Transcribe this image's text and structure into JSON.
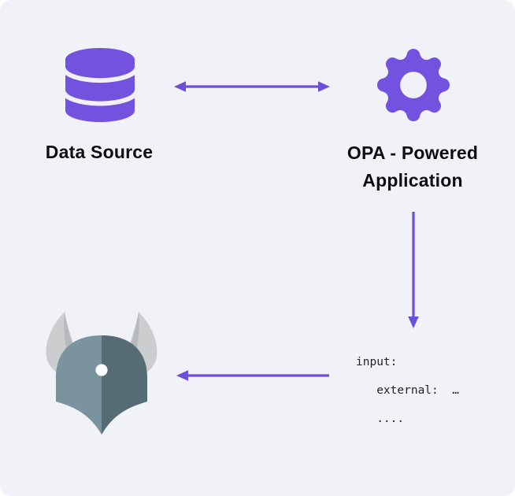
{
  "palette": {
    "bg": "#F1F2F7",
    "icon_purple": "#7352E0",
    "arrow_purple": "#6C4FD8",
    "label_color": "#0D0D12",
    "code_color": "#1F2126",
    "helmet_light": "#7B939E",
    "helmet_dark": "#566C75",
    "horn_light": "#CBCDCF",
    "horn_shade": "#B7BABD",
    "helmet_dot": "#FBFCFD"
  },
  "nodes": {
    "data_source": {
      "label": "Data Source",
      "icon": "database-icon"
    },
    "opa_application": {
      "label_line1": "OPA - Powered",
      "label_line2": "Application",
      "icon": "gear-icon"
    },
    "opa_agent": {
      "icon": "opa-helmet-logo"
    },
    "input_document": {
      "line1": "input:",
      "line2": "   external:  …",
      "line3": "   ...."
    }
  },
  "edges": {
    "data_source_opa": {
      "type": "bidirectional-horizontal-arrow"
    },
    "opa_to_input": {
      "type": "downward-arrow"
    },
    "input_to_agent": {
      "type": "leftward-arrow"
    }
  }
}
